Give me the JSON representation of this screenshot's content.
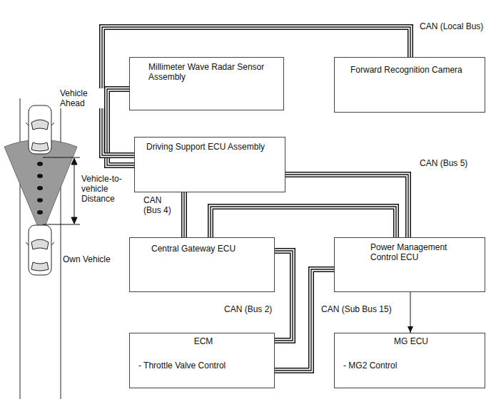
{
  "diagram": {
    "nodes": [
      {
        "text": [
          "Millimeter Wave Radar Sensor Assembly"
        ]
      },
      {
        "text": [
          "Forward Recognition Camera"
        ]
      },
      {
        "text": [
          "Driving Support ECU Assembly"
        ]
      },
      {
        "text": [
          "Central Gateway ECU"
        ]
      },
      {
        "text": [
          "Power Management Control ECU"
        ]
      },
      {
        "text": [
          "ECM",
          "- Throttle Valve Control"
        ]
      },
      {
        "text": [
          "MG ECU",
          "- MG2 Control"
        ]
      }
    ],
    "edges": [
      {
        "from": 0,
        "to": 2,
        "arrow": "none"
      },
      {
        "from": 1,
        "to": 2,
        "arrow": "none",
        "label": "CAN (Local Bus)"
      },
      {
        "from": 2,
        "to": 4,
        "arrow": "none",
        "label": "CAN (Bus 5)"
      },
      {
        "from": 2,
        "to": 3,
        "arrow": "none",
        "label": "CAN (Bus 4)"
      },
      {
        "from": 3,
        "to": 4,
        "arrow": "none"
      },
      {
        "from": 3,
        "to": 5,
        "arrow": "none",
        "label": "CAN (Bus 2)"
      },
      {
        "from": 4,
        "to": 5,
        "arrow": "none",
        "label": "CAN (Sub Bus 15)"
      },
      {
        "from": 4,
        "to": 6,
        "arrow": "to"
      }
    ],
    "labels": [
      "Vehicle Ahead",
      "Vehicle-to-vehicle Distance",
      "Own Vehicle"
    ]
  }
}
